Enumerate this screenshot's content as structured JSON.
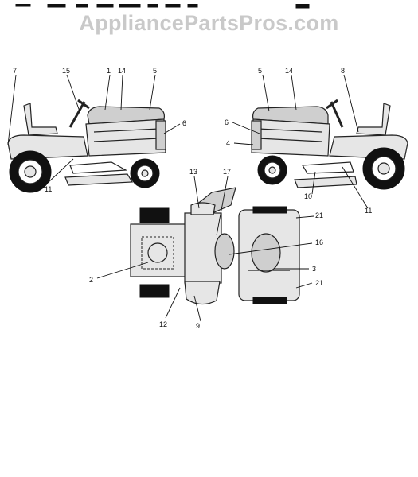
{
  "watermark": "AppliancePartsPros.com",
  "callouts": {
    "left_7": "7",
    "left_15": "15",
    "left_1": "1",
    "left_14": "14",
    "left_5": "5",
    "left_6": "6",
    "left_11": "11",
    "right_5": "5",
    "right_14": "14",
    "right_8": "8",
    "right_6": "6",
    "right_4": "4",
    "right_10": "10",
    "right_11": "11",
    "top_13": "13",
    "top_17": "17",
    "top_21a": "21",
    "top_16": "16",
    "top_2": "2",
    "top_3": "3",
    "top_21b": "21",
    "top_12": "12",
    "top_9": "9"
  }
}
